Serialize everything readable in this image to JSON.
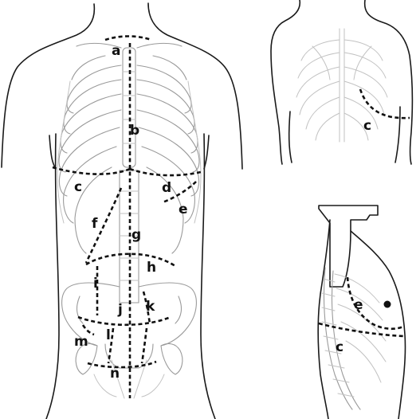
{
  "colors": {
    "outline": "#1a1a1a",
    "bone": "#9a9a9a",
    "cut": "#111111",
    "background": "#ffffff"
  },
  "labels": {
    "a": "a",
    "b": "b",
    "c": "c",
    "d": "d",
    "e": "e",
    "f": "f",
    "g": "g",
    "h": "h",
    "i": "i",
    "j": "j",
    "k": "k",
    "l": "l",
    "m": "m",
    "n": "n",
    "back_c": "c",
    "side_e": "e",
    "side_c": "c"
  }
}
